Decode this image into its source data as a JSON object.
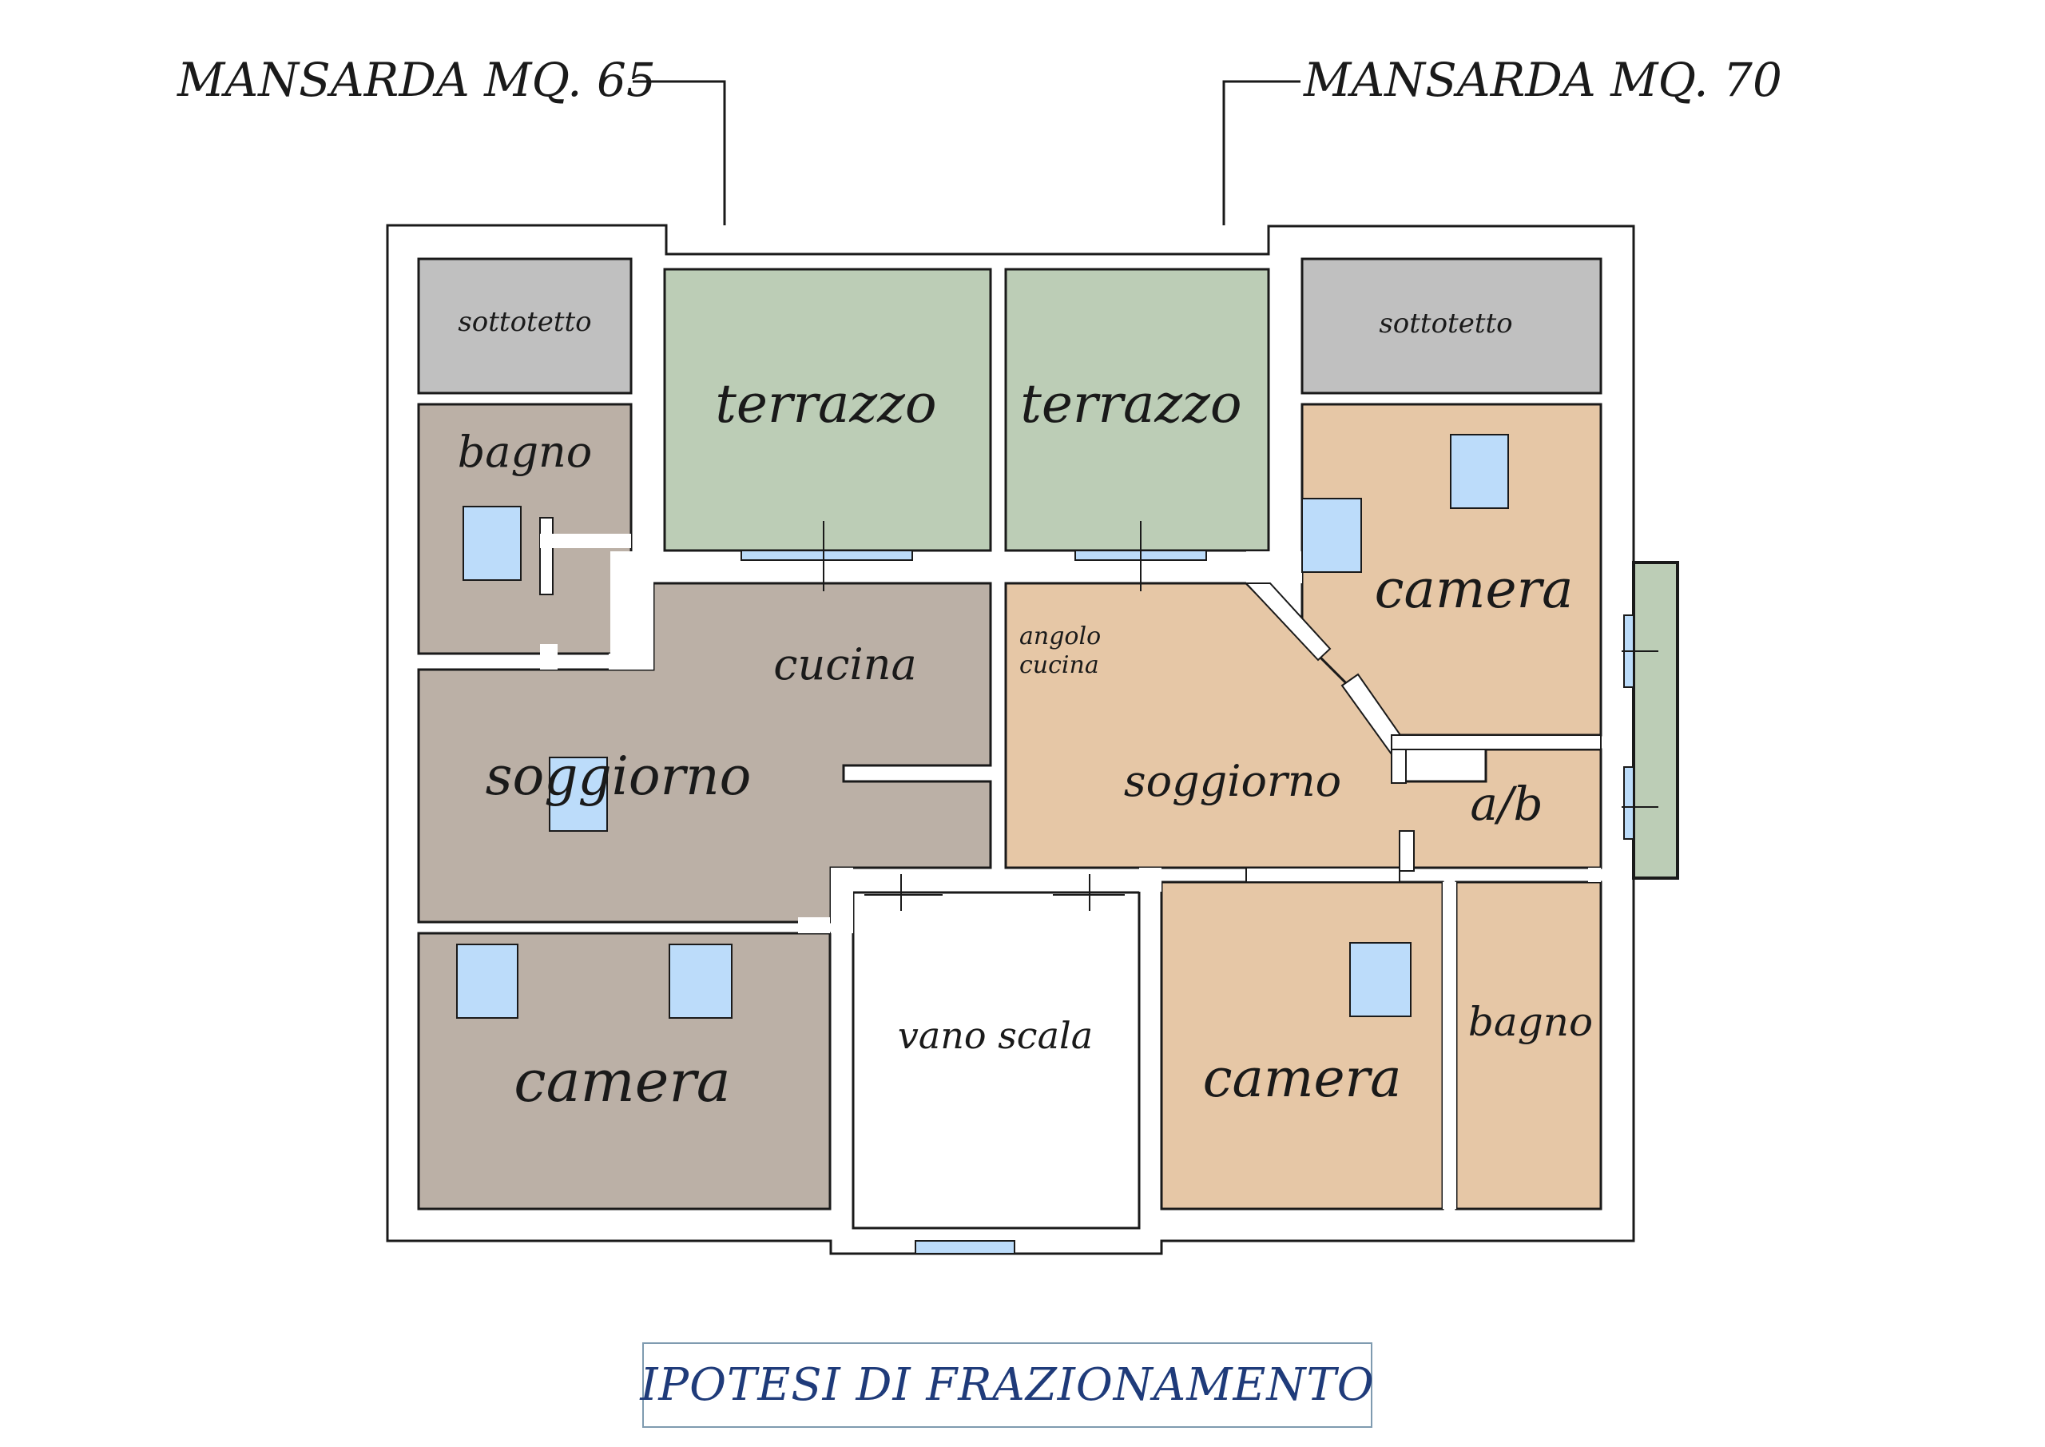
{
  "units": {
    "left_label": "MANSARDA MQ. 65",
    "right_label": "MANSARDA MQ. 70"
  },
  "rooms": {
    "sottotetto_left": "sottotetto",
    "sottotetto_right": "sottotetto",
    "terrazzo_left": "terrazzo",
    "terrazzo_right": "terrazzo",
    "bagno_left": "bagno",
    "cucina": "cucina",
    "soggiorno_left": "soggiorno",
    "camera_left": "camera",
    "vano_scala": "vano scala",
    "angolo_cucina_line1": "angolo",
    "angolo_cucina_line2": "cucina",
    "soggiorno_right": "soggiorno",
    "camera_top_right": "camera",
    "ab": "a/b",
    "camera_bottom_right": "camera",
    "bagno_right": "bagno"
  },
  "footer": {
    "title": "IPOTESI DI FRAZIONAMENTO"
  },
  "colors": {
    "unit_left": "#bbb0a6",
    "unit_right": "#e6c7a6",
    "terrazzo": "#bccdb6",
    "sottotetto": "#c0c0c0",
    "window": "#bcdcfa",
    "wall": "#ffffff",
    "line": "#1a1a1a",
    "title": "#1f3b7a"
  }
}
